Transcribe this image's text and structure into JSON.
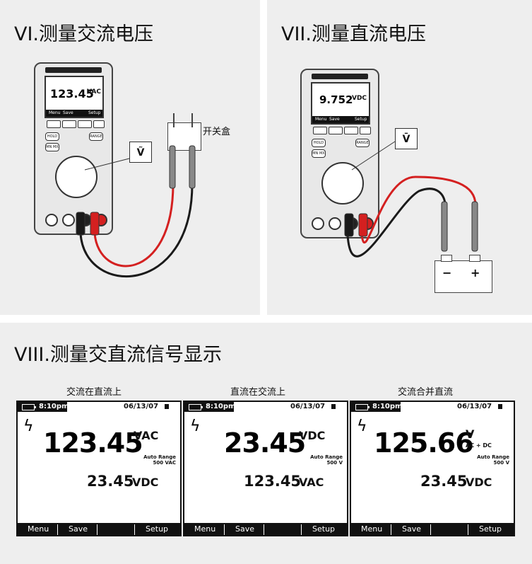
{
  "panels": {
    "ac": {
      "title": "VI.测量交流电压",
      "meter_reading": "123.45",
      "meter_unit": "VAC",
      "meter_menu": [
        "Menu",
        "Save",
        "",
        "Setup"
      ],
      "dial_symbol": "Ṽ",
      "switch_box_label": "开关盒"
    },
    "dc": {
      "title": "VII.测量直流电压",
      "meter_reading": "9.752",
      "meter_unit": "VDC",
      "meter_menu": [
        "Menu",
        "Save",
        "",
        "Setup"
      ],
      "dial_symbol": "V̄",
      "battery_minus": "−",
      "battery_plus": "+"
    }
  },
  "section_title": "VIII.测量交直流信号显示",
  "screens": [
    {
      "caption": "交流在直流上",
      "time": "8:10pm",
      "date": "06/13/07",
      "main_value": "123.45",
      "main_unit": "VAC",
      "main_unit_sub": "",
      "range_label": "Auto Range",
      "range_value": "500 VAC",
      "secondary_value": "23.45",
      "secondary_unit": "VDC",
      "menu": [
        "Menu",
        "Save",
        "",
        "Setup"
      ]
    },
    {
      "caption": "直流在交流上",
      "time": "8:10pm",
      "date": "06/13/07",
      "main_value": "23.45",
      "main_unit": "VDC",
      "main_unit_sub": "",
      "range_label": "Auto Range",
      "range_value": "500 V",
      "secondary_value": "123.45",
      "secondary_unit": "VAC",
      "menu": [
        "Menu",
        "Save",
        "",
        "Setup"
      ]
    },
    {
      "caption": "交流合并直流",
      "time": "8:10pm",
      "date": "06/13/07",
      "main_value": "125.66",
      "main_unit": "V",
      "main_unit_sub": "AC + DC",
      "range_label": "Auto Range",
      "range_value": "500 V",
      "secondary_value": "23.45",
      "secondary_unit": "VDC",
      "menu": [
        "Menu",
        "Save",
        "",
        "Setup"
      ]
    }
  ],
  "colors": {
    "panel_bg": "#eeeeee",
    "lead_red": "#d42020",
    "lead_black": "#1a1a1a"
  }
}
